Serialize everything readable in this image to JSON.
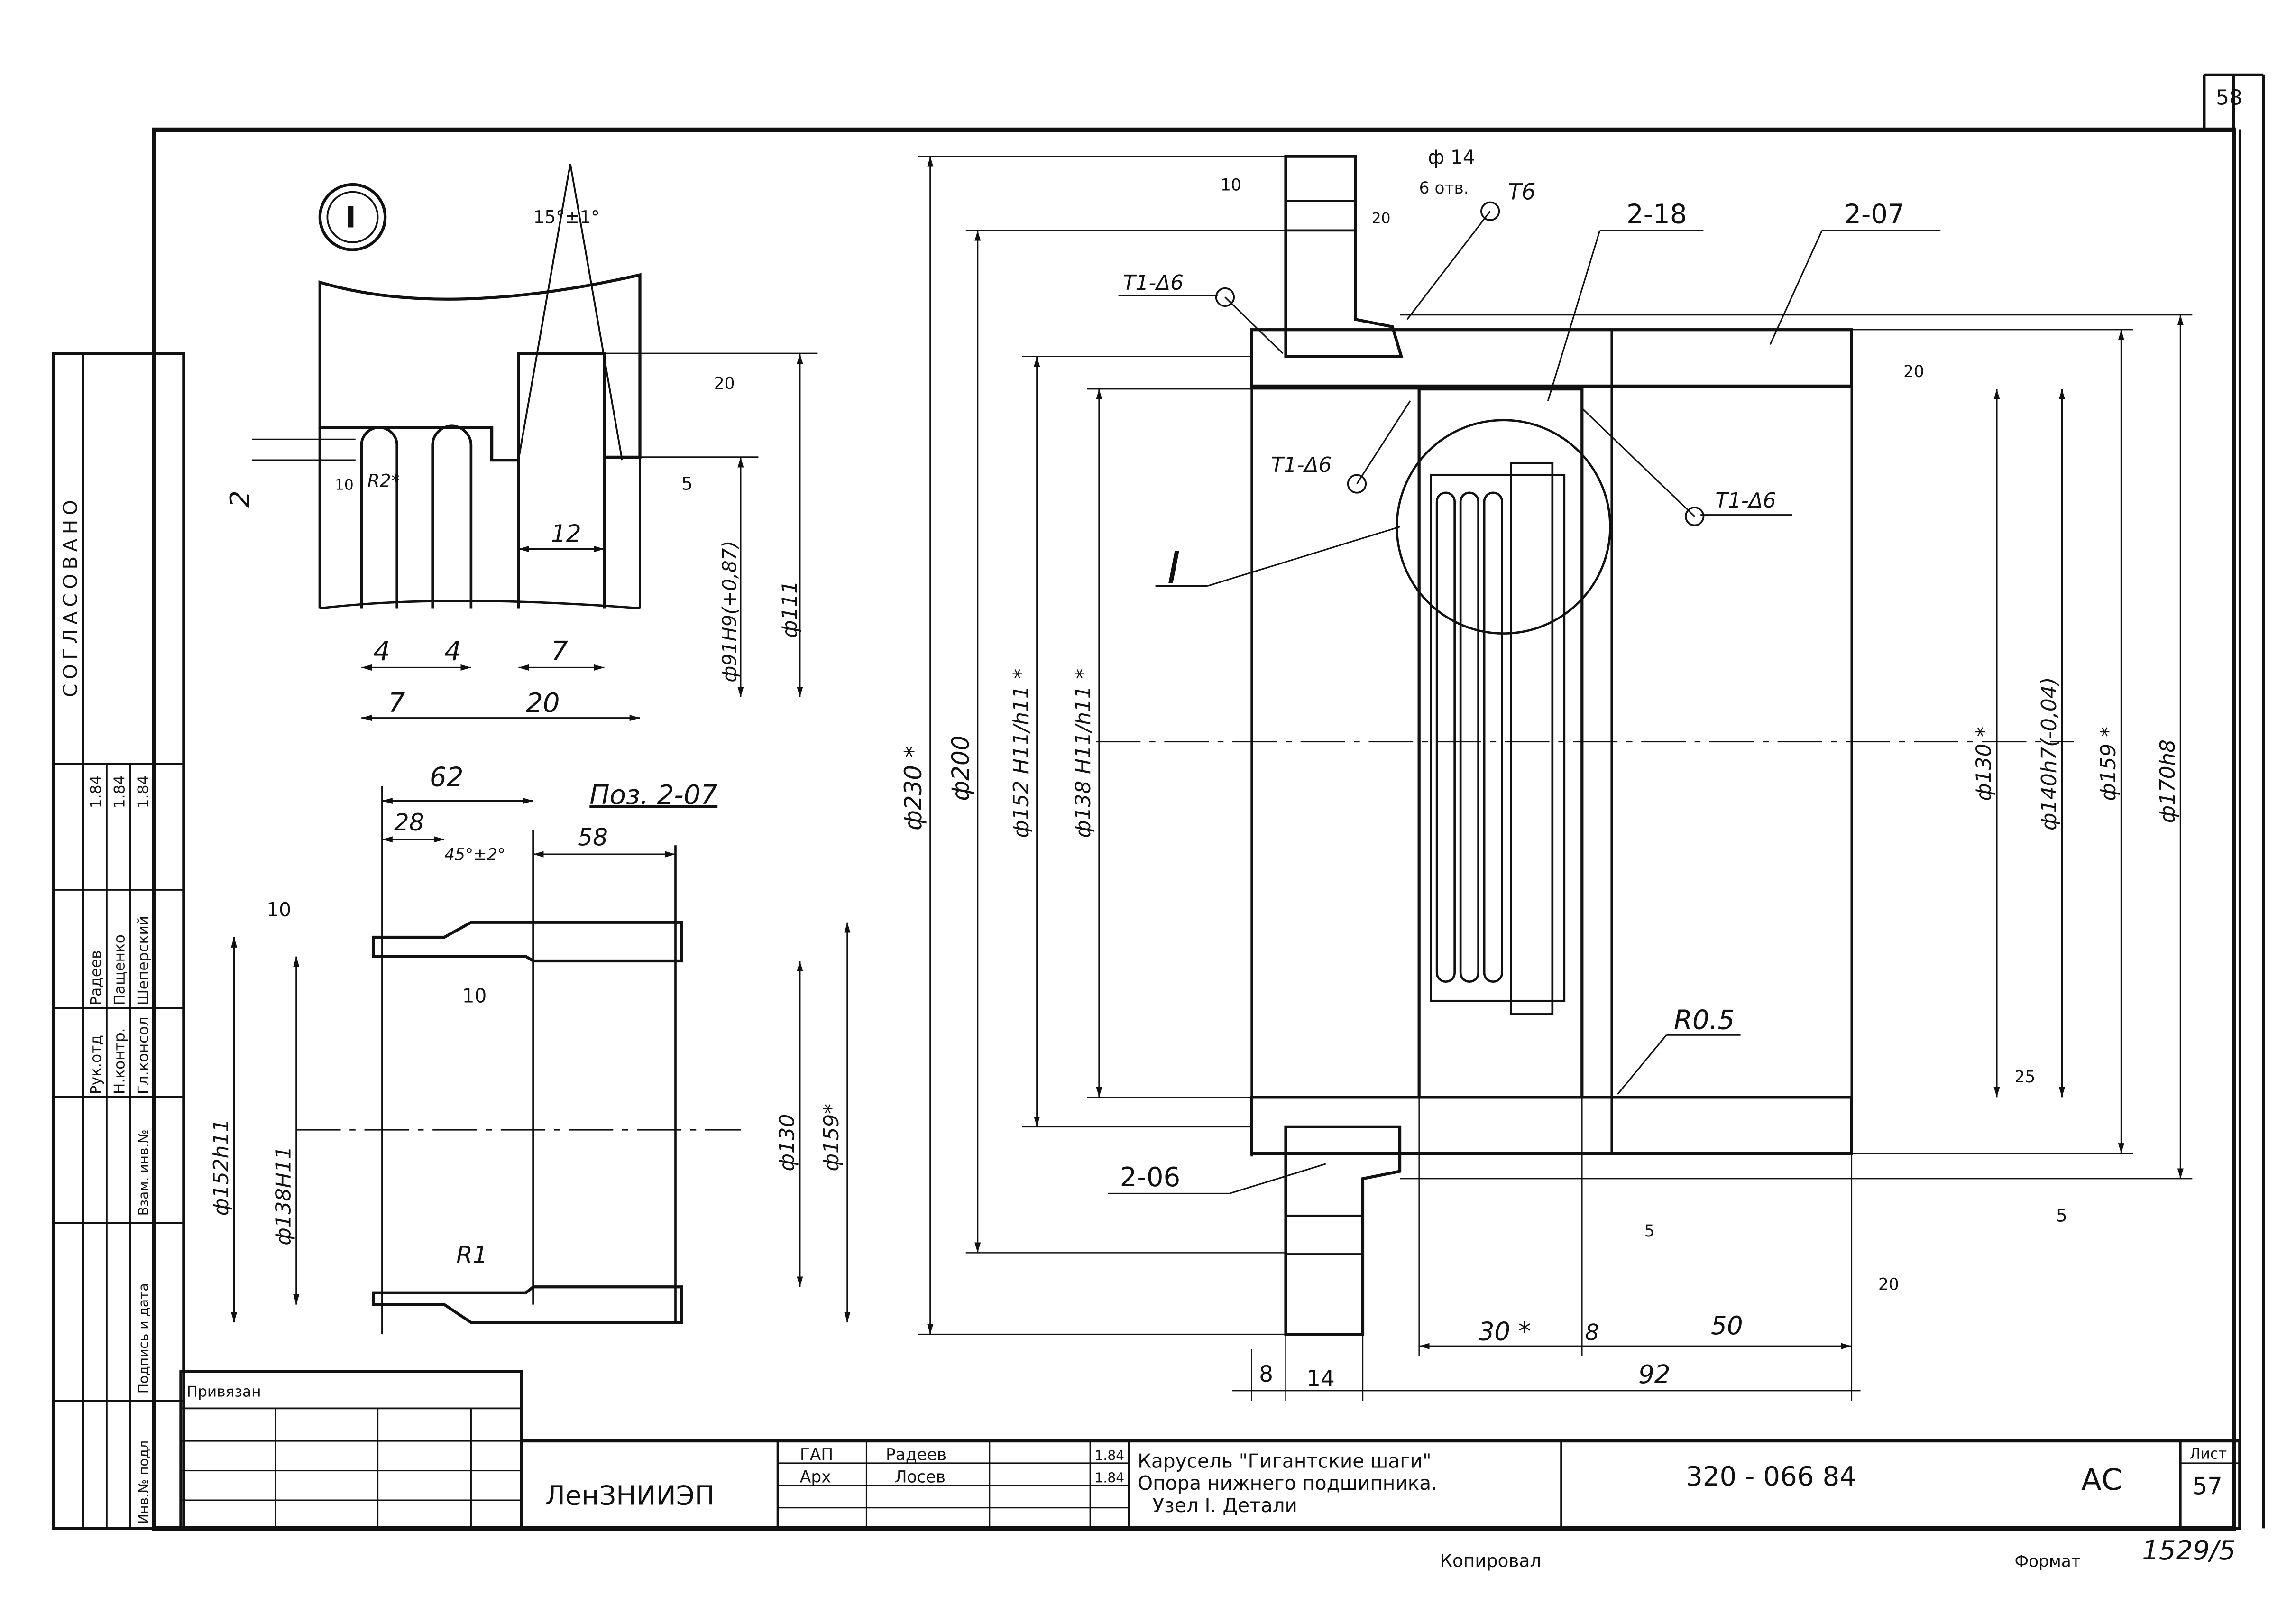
{
  "sheet": {
    "page_number": "58",
    "bottom_left": "Копировал",
    "bottom_right_label": "Формат",
    "bottom_right_code": "1529/5"
  },
  "side_panel": {
    "agreed": "СОГЛАСОВАНО",
    "role1": "Рук.отд",
    "role2": "Н.контр.",
    "role3": "Гл.консол",
    "name1": "Радеев",
    "name2": "Пащенко",
    "name3": "Шеперский",
    "date1": "1.84",
    "date2": "1.84",
    "date3": "1.84",
    "f1": "Взам. инв.№",
    "f2": "Подпись и дата",
    "f3": "Инв.№ подл"
  },
  "view_I": {
    "label": "I",
    "angle": "15°±1°",
    "dims": {
      "d2": "2",
      "d4a": "4",
      "d4b": "4",
      "d7a": "7",
      "d7b": "7",
      "d12": "12",
      "d20": "20",
      "dia91": "ф91Н9(+0,87)",
      "dia111": "ф111"
    },
    "radius": "R2*",
    "roughness": [
      "10",
      "20",
      "5"
    ]
  },
  "view_pos": {
    "label": "Поз. 2-07",
    "dims": {
      "d62": "62",
      "d28": "28",
      "chamfer": "45°±2°",
      "d58": "58",
      "dia152": "ф152h11",
      "dia138": "ф138Н11",
      "dia130": "ф130",
      "dia159": "ф159*"
    },
    "radius": "R1",
    "roughness": [
      "10",
      "10"
    ]
  },
  "view_main": {
    "leaders": {
      "f14": "ф 14",
      "holes": "6 отв.",
      "t6": "Т6",
      "weld1": "Т1-Δ6",
      "weld2": "Т1-Δ6",
      "weld3": "Т1-Δ6",
      "p218": "2-18",
      "p207": "2-07",
      "p206": "2-06",
      "node": "I",
      "r05": "R0.5"
    },
    "dims_left": {
      "d230": "ф230 *",
      "d200": "ф200",
      "d152": "ф152 Н11/h11 *",
      "d138": "ф138 Н11/h11 *"
    },
    "dims_right": {
      "d130": "ф130 *",
      "d140": "ф140h7(-0,04)",
      "d159": "ф159 *",
      "d170": "ф170h8"
    },
    "dims_bottom": {
      "d8": "8",
      "d14": "14",
      "d30": "30 *",
      "dsmall": "8",
      "d50": "50",
      "d92": "92"
    },
    "roughness": [
      "10",
      "20",
      "20",
      "5",
      "5",
      "20",
      "25"
    ]
  },
  "stamp": {
    "bound": "Привязан",
    "org": "ЛенЗНИИЭП",
    "r1_role": "ГАП",
    "r1_name": "Радеев",
    "r1_date": "1.84",
    "r2_role": "Арх",
    "r2_name": "Лосев",
    "r2_date": "1.84",
    "title1": "Карусель \"Гигантские шаги\"",
    "title2": "Опора нижнего подшипника.",
    "title3": "Узел I. Детали",
    "code": "320 - 066 84",
    "stage": "АС",
    "sheet_label": "Лист",
    "sheet_no": "57"
  }
}
